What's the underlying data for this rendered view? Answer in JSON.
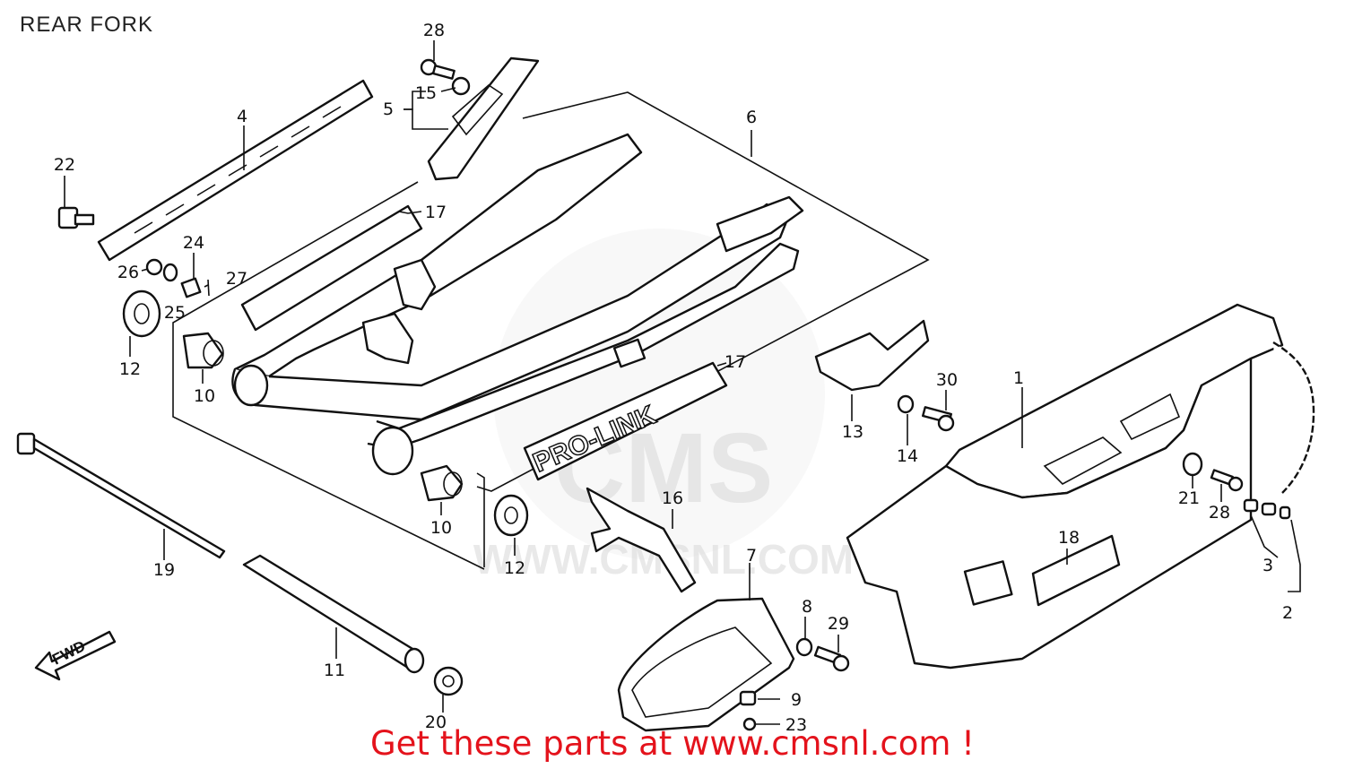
{
  "header": {
    "title": "REAR FORK"
  },
  "footer": {
    "text": "Get these parts at www.cmsnl.com !"
  },
  "watermark": {
    "brand": "CMS",
    "site": "WWW.CMSNL.COM"
  },
  "decal_text": "PRO-LINK",
  "direction_label": "FWD",
  "colors": {
    "footer": "#e4131c",
    "line": "#111111",
    "watermark": "#d8d8d8"
  },
  "callouts": [
    {
      "id": "c28a",
      "num": "28"
    },
    {
      "id": "c15",
      "num": "15"
    },
    {
      "id": "c5",
      "num": "5"
    },
    {
      "id": "c4",
      "num": "4"
    },
    {
      "id": "c6",
      "num": "6"
    },
    {
      "id": "c22",
      "num": "22"
    },
    {
      "id": "c17a",
      "num": "17"
    },
    {
      "id": "c24",
      "num": "24"
    },
    {
      "id": "c26",
      "num": "26"
    },
    {
      "id": "c27",
      "num": "27"
    },
    {
      "id": "c25",
      "num": "25"
    },
    {
      "id": "c12a",
      "num": "12"
    },
    {
      "id": "c10a",
      "num": "10"
    },
    {
      "id": "c17b",
      "num": "17"
    },
    {
      "id": "c13",
      "num": "13"
    },
    {
      "id": "c30",
      "num": "30"
    },
    {
      "id": "c14",
      "num": "14"
    },
    {
      "id": "c1",
      "num": "1"
    },
    {
      "id": "c21",
      "num": "21"
    },
    {
      "id": "c28b",
      "num": "28"
    },
    {
      "id": "c3",
      "num": "3"
    },
    {
      "id": "c2",
      "num": "2"
    },
    {
      "id": "c18",
      "num": "18"
    },
    {
      "id": "c16",
      "num": "16"
    },
    {
      "id": "c7",
      "num": "7"
    },
    {
      "id": "c10b",
      "num": "10"
    },
    {
      "id": "c12b",
      "num": "12"
    },
    {
      "id": "c19",
      "num": "19"
    },
    {
      "id": "c11",
      "num": "11"
    },
    {
      "id": "c20",
      "num": "20"
    },
    {
      "id": "c8",
      "num": "8"
    },
    {
      "id": "c29",
      "num": "29"
    },
    {
      "id": "c9",
      "num": "9"
    },
    {
      "id": "c23",
      "num": "23"
    }
  ]
}
